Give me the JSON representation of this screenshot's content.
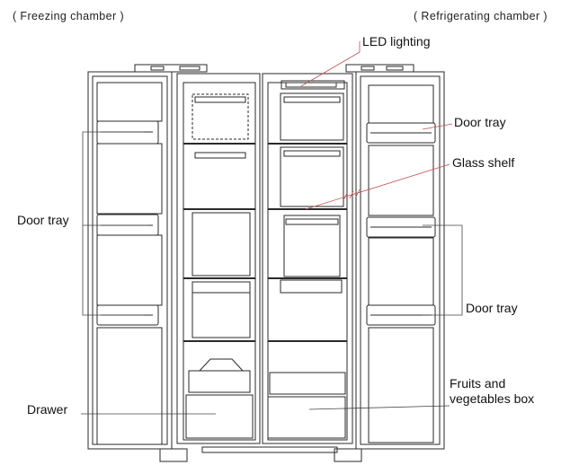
{
  "headers": {
    "freezing": "( Freezing chamber )",
    "refrigerating": "( Refrigerating chamber )"
  },
  "labels": {
    "led_lighting": "LED lighting",
    "door_tray_right_top": "Door tray",
    "glass_shelf": "Glass shelf",
    "door_tray_left": "Door tray",
    "door_tray_right_bottom": "Door tray",
    "fruits_line1": "Fruits and",
    "fruits_line2": "vegetables box",
    "drawer": "Drawer"
  },
  "colors": {
    "line": "#2a2a2a",
    "leader": "#c0504d",
    "background": "#ffffff"
  }
}
